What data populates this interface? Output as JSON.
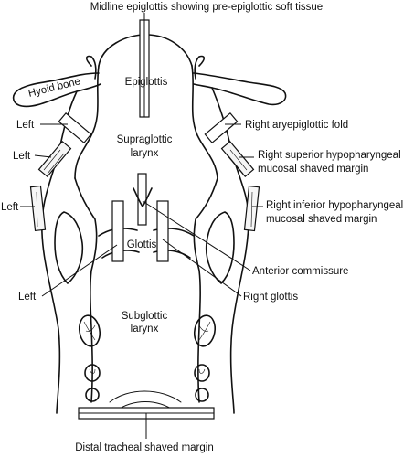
{
  "labels": {
    "top": "Midline epiglottis showing pre-epiglottic soft tissue",
    "hyoid": "Hyoid bone",
    "epiglottis": "Epiglottis",
    "supraglottic_1": "Supraglottic",
    "supraglottic_2": "larynx",
    "glottis": "Glottis",
    "subglottic_1": "Subglottic",
    "subglottic_2": "larynx",
    "left_ae": "Left",
    "left_sup": "Left",
    "left_inf": "Left",
    "left_glottis": "Left",
    "right_ae": "Right aryepiglottic fold",
    "right_sup_1": "Right superior hypopharyngeal",
    "right_sup_2": "mucosal shaved margin",
    "right_inf_1": "Right inferior hypopharyngeal",
    "right_inf_2": "mucosal shaved margin",
    "anterior_commissure": "Anterior commissure",
    "right_glottis": "Right glottis",
    "bottom": "Distal tracheal shaved margin"
  }
}
